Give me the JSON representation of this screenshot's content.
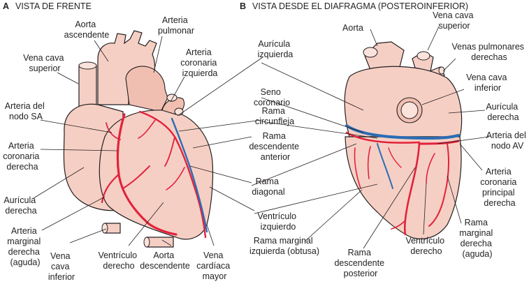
{
  "panels": [
    {
      "letter": "A",
      "title": "VISTA DE FRENTE"
    },
    {
      "letter": "B",
      "title": "VISTA DESDE EL DIAFRAGMA (POSTEROINFERIOR)"
    }
  ],
  "labels_a": {
    "aorta_ascendente": [
      "Aorta",
      "ascendente"
    ],
    "arteria_pulmonar": [
      "Arteria",
      "pulmonar"
    ],
    "arteria_coronaria_izquierda": [
      "Arteria",
      "coronaria",
      "izquierda"
    ],
    "vena_cava_superior": [
      "Vena cava",
      "superior"
    ],
    "arteria_nodo_sa": [
      "Arteria del",
      "nodo SA"
    ],
    "arteria_coronaria_derecha": [
      "Arteria",
      "coronaria",
      "derecha"
    ],
    "auricula_derecha": [
      "Aurícula",
      "derecha"
    ],
    "arteria_marginal_derecha": [
      "Arteria",
      "marginal",
      "derecha",
      "(aguda)"
    ],
    "vena_cava_inferior": [
      "Vena",
      "cava",
      "inferior"
    ],
    "ventriculo_derecho": [
      "Ventrículo",
      "derecho"
    ],
    "aorta_descendente": [
      "Aorta",
      "descendente"
    ],
    "vena_cardiaca_mayor": [
      "Vena",
      "cardíaca",
      "mayor"
    ]
  },
  "labels_mid": {
    "auricula_izquierda": [
      "Aurícula",
      "izquierda"
    ],
    "seno_coronario": [
      "Seno",
      "coronario"
    ],
    "rama_circunfleja": [
      "Rama",
      "circunfleja"
    ],
    "rama_descendente_anterior": [
      "Rama",
      "descendente",
      "anterior"
    ],
    "rama_diagonal": [
      "Rama",
      "diagonal"
    ],
    "ventriculo_izquierdo": [
      "Ventrículo",
      "izquierdo"
    ],
    "rama_marginal_izquierda": [
      "Rama marginal",
      "izquierda (obtusa)"
    ]
  },
  "labels_b": {
    "aorta": [
      "Aorta"
    ],
    "vena_cava_superior": [
      "Vena cava",
      "superior"
    ],
    "venas_pulmonares_derechas": [
      "Venas pulmonares",
      "derechas"
    ],
    "vena_cava_inferior": [
      "Vena cava",
      "inferior"
    ],
    "auricula_derecha": [
      "Aurícula",
      "derecha"
    ],
    "arteria_nodo_av": [
      "Arteria del",
      "nodo AV"
    ],
    "arteria_coronaria_principal_derecha": [
      "Arteria",
      "coronaria",
      "principal",
      "derecha"
    ],
    "rama_marginal_derecha": [
      "Rama",
      "marginal",
      "derecha",
      "(aguda)"
    ],
    "ventriculo_derecho": [
      "Ventrículo",
      "derecho"
    ],
    "rama_descendente_posterior": [
      "Rama",
      "descendente",
      "posterior"
    ]
  },
  "colors": {
    "artery": "#e2223c",
    "vein": "#2a6db5",
    "tissue": "#f6cfc4",
    "tissue_shade": "#f1bfb1",
    "ink": "#231f20"
  }
}
